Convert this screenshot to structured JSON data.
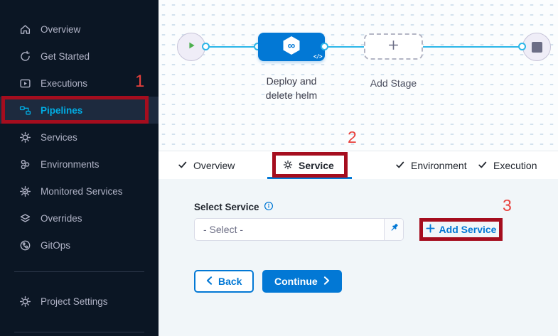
{
  "colors": {
    "primary_blue": "#0278d5",
    "pipeline_cyan": "#2cb6e8",
    "annotation_box_red": "#a50d1e",
    "annotation_number_red": "#e8403c",
    "sidebar_bg": "#0b1624",
    "sidebar_active_bg": "#1d2a3e",
    "sidebar_active_text": "#00ade4",
    "form_bg": "#f1f6f9"
  },
  "sidebar": {
    "items": [
      {
        "label": "Overview"
      },
      {
        "label": "Get Started"
      },
      {
        "label": "Executions"
      },
      {
        "label": "Pipelines",
        "active": true
      },
      {
        "label": "Services"
      },
      {
        "label": "Environments"
      },
      {
        "label": "Monitored Services"
      },
      {
        "label": "Overrides"
      },
      {
        "label": "GitOps"
      }
    ],
    "footer": {
      "label": "Project Settings"
    }
  },
  "canvas": {
    "stage_label": "Deploy and delete helm",
    "add_stage_label": "Add Stage",
    "infinity_glyph": "∞",
    "code_glyph": "</>"
  },
  "tabs": {
    "overview": "Overview",
    "service": "Service",
    "environment": "Environment",
    "execution": "Execution"
  },
  "form": {
    "select_service_label": "Select Service",
    "select_placeholder": "- Select -",
    "add_service_label": "Add Service",
    "back_label": "Back",
    "continue_label": "Continue"
  },
  "annotations": {
    "step1": "1",
    "step2": "2",
    "step3": "3"
  }
}
